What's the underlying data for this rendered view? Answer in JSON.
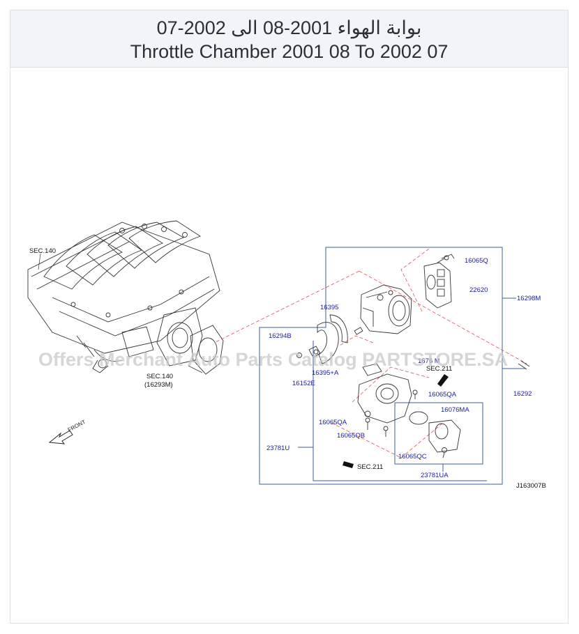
{
  "header": {
    "title_ar": "بوابة الهواء 2001-08 الى 2002-07",
    "title_en": "Throttle Chamber 2001 08 To 2002 07"
  },
  "diagram": {
    "watermark": "Offers Merchant Auto Parts Catalog PARTSTORE.SA",
    "code": "J163007B",
    "front_label": "FRONT",
    "labels_black": {
      "sec140_top": "SEC.140",
      "sec140_bottom": "SEC.140",
      "sec140_bottom_part": "(16293M)",
      "sec211_upper": "SEC.211",
      "sec211_lower": "SEC.211"
    },
    "labels_blue": {
      "p16065Q": "16065Q",
      "p22620": "22620",
      "p16298M": "16298M",
      "p16395": "16395",
      "p16294B": "16294B",
      "p16395A": "16395+A",
      "p16152E": "16152E",
      "p1676M": "1676 M",
      "p16292": "16292",
      "p16065QA_r": "16065QA",
      "p16076MA": "16076MA",
      "p16065QA_l": "16065QA",
      "p16065QB": "16065QB",
      "p23781U": "23781U",
      "p16065QC": "16065QC",
      "p23781UA": "23781UA"
    },
    "colors": {
      "callout_line": "#3a5f9e",
      "leader_dash": "#e05050",
      "part_label": "#1a1aa6"
    }
  }
}
